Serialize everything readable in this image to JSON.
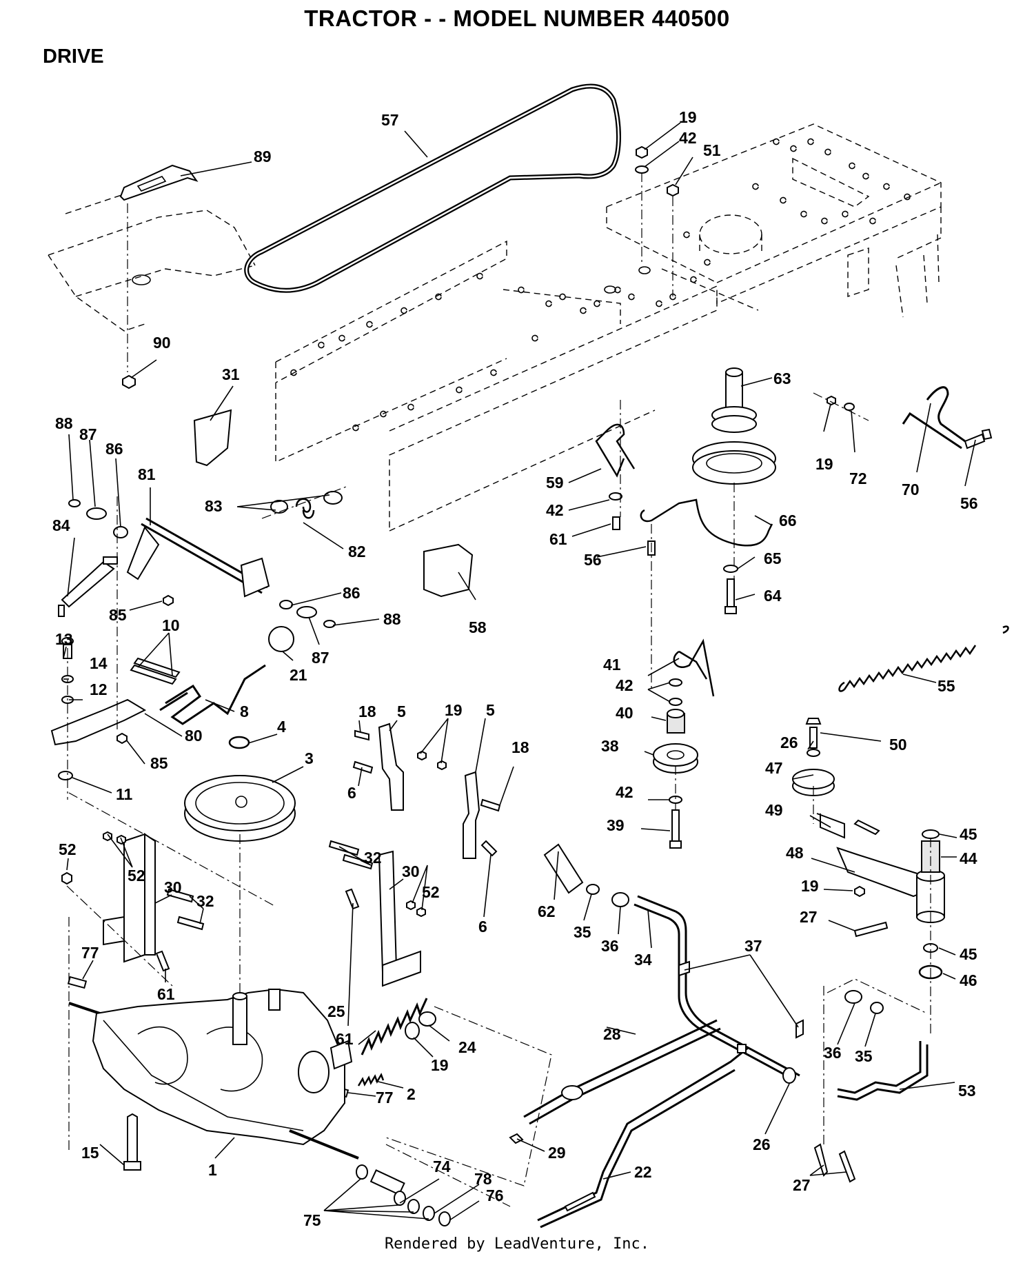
{
  "header": {
    "title": "TRACTOR - - MODEL NUMBER 440500",
    "section": "DRIVE"
  },
  "footer": {
    "credit": "Rendered by LeadVenture, Inc."
  },
  "callouts": [
    {
      "id": "c57",
      "label": "57"
    },
    {
      "id": "c19a",
      "label": "19"
    },
    {
      "id": "c42a",
      "label": "42"
    },
    {
      "id": "c51",
      "label": "51"
    },
    {
      "id": "c89",
      "label": "89"
    },
    {
      "id": "c90",
      "label": "90"
    },
    {
      "id": "c31",
      "label": "31"
    },
    {
      "id": "c63",
      "label": "63"
    },
    {
      "id": "c19b",
      "label": "19"
    },
    {
      "id": "c72",
      "label": "72"
    },
    {
      "id": "c70",
      "label": "70"
    },
    {
      "id": "c56a",
      "label": "56"
    },
    {
      "id": "c88a",
      "label": "88"
    },
    {
      "id": "c87a",
      "label": "87"
    },
    {
      "id": "c86a",
      "label": "86"
    },
    {
      "id": "c81",
      "label": "81"
    },
    {
      "id": "c84",
      "label": "84"
    },
    {
      "id": "c83",
      "label": "83"
    },
    {
      "id": "c82",
      "label": "82"
    },
    {
      "id": "c59",
      "label": "59"
    },
    {
      "id": "c42b",
      "label": "42"
    },
    {
      "id": "c61a",
      "label": "61"
    },
    {
      "id": "c56b",
      "label": "56"
    },
    {
      "id": "c66",
      "label": "66"
    },
    {
      "id": "c65",
      "label": "65"
    },
    {
      "id": "c64",
      "label": "64"
    },
    {
      "id": "c58",
      "label": "58"
    },
    {
      "id": "c85a",
      "label": "85"
    },
    {
      "id": "c86b",
      "label": "86"
    },
    {
      "id": "c88b",
      "label": "88"
    },
    {
      "id": "c87b",
      "label": "87"
    },
    {
      "id": "c10",
      "label": "10"
    },
    {
      "id": "c21",
      "label": "21"
    },
    {
      "id": "c13",
      "label": "13"
    },
    {
      "id": "c14",
      "label": "14"
    },
    {
      "id": "c12",
      "label": "12"
    },
    {
      "id": "c8",
      "label": "8"
    },
    {
      "id": "c80",
      "label": "80"
    },
    {
      "id": "c85b",
      "label": "85"
    },
    {
      "id": "c11",
      "label": "11"
    },
    {
      "id": "c4",
      "label": "4"
    },
    {
      "id": "c3",
      "label": "3"
    },
    {
      "id": "c18a",
      "label": "18"
    },
    {
      "id": "c5a",
      "label": "5"
    },
    {
      "id": "c19c",
      "label": "19"
    },
    {
      "id": "c5b",
      "label": "5"
    },
    {
      "id": "c18b",
      "label": "18"
    },
    {
      "id": "c6a",
      "label": "6"
    },
    {
      "id": "c6b",
      "label": "6"
    },
    {
      "id": "c41",
      "label": "41"
    },
    {
      "id": "c42c",
      "label": "42"
    },
    {
      "id": "c40",
      "label": "40"
    },
    {
      "id": "c38",
      "label": "38"
    },
    {
      "id": "c42d",
      "label": "42"
    },
    {
      "id": "c39",
      "label": "39"
    },
    {
      "id": "c55",
      "label": "55"
    },
    {
      "id": "c26a",
      "label": "26"
    },
    {
      "id": "c50",
      "label": "50"
    },
    {
      "id": "c47",
      "label": "47"
    },
    {
      "id": "c49",
      "label": "49"
    },
    {
      "id": "c48",
      "label": "48"
    },
    {
      "id": "c45a",
      "label": "45"
    },
    {
      "id": "c44",
      "label": "44"
    },
    {
      "id": "c19d",
      "label": "19"
    },
    {
      "id": "c27a",
      "label": "27"
    },
    {
      "id": "c45b",
      "label": "45"
    },
    {
      "id": "c46",
      "label": "46"
    },
    {
      "id": "c52a",
      "label": "52"
    },
    {
      "id": "c52b",
      "label": "52"
    },
    {
      "id": "c30a",
      "label": "30"
    },
    {
      "id": "c32a",
      "label": "32"
    },
    {
      "id": "c77a",
      "label": "77"
    },
    {
      "id": "c61b",
      "label": "61"
    },
    {
      "id": "c32b",
      "label": "32"
    },
    {
      "id": "c30b",
      "label": "30"
    },
    {
      "id": "c52c",
      "label": "52"
    },
    {
      "id": "c61c",
      "label": "61"
    },
    {
      "id": "c62",
      "label": "62"
    },
    {
      "id": "c35a",
      "label": "35"
    },
    {
      "id": "c36a",
      "label": "36"
    },
    {
      "id": "c34",
      "label": "34"
    },
    {
      "id": "c37",
      "label": "37"
    },
    {
      "id": "c25",
      "label": "25"
    },
    {
      "id": "c24",
      "label": "24"
    },
    {
      "id": "c19e",
      "label": "19"
    },
    {
      "id": "c2",
      "label": "2"
    },
    {
      "id": "c28",
      "label": "28"
    },
    {
      "id": "c36b",
      "label": "36"
    },
    {
      "id": "c35b",
      "label": "35"
    },
    {
      "id": "c53",
      "label": "53"
    },
    {
      "id": "c15",
      "label": "15"
    },
    {
      "id": "c1",
      "label": "1"
    },
    {
      "id": "c77b",
      "label": "77"
    },
    {
      "id": "c74",
      "label": "74"
    },
    {
      "id": "c78",
      "label": "78"
    },
    {
      "id": "c76",
      "label": "76"
    },
    {
      "id": "c75",
      "label": "75"
    },
    {
      "id": "c29",
      "label": "29"
    },
    {
      "id": "c22",
      "label": "22"
    },
    {
      "id": "c26b",
      "label": "26"
    },
    {
      "id": "c27b",
      "label": "27"
    }
  ]
}
